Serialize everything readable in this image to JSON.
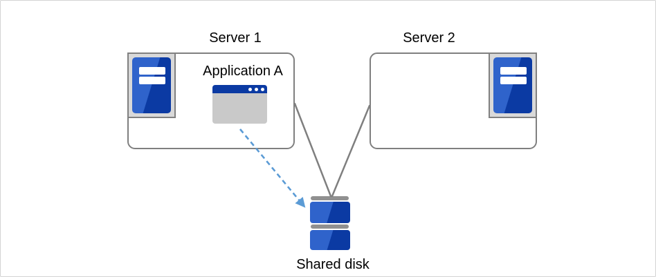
{
  "nodes": {
    "server1": {
      "label": "Server 1"
    },
    "server2": {
      "label": "Server 2"
    },
    "application": {
      "label": "Application A"
    },
    "shared_disk": {
      "label": "Shared disk"
    }
  },
  "edges": [
    {
      "from": "server1",
      "to": "shared_disk",
      "style": "solid-line"
    },
    {
      "from": "server2",
      "to": "shared_disk",
      "style": "solid-line"
    },
    {
      "from": "application",
      "to": "shared_disk",
      "style": "dashed-arrow"
    }
  ],
  "colors": {
    "box_border": "#7f7f7f",
    "blue_light": "#2f63cb",
    "blue_dark": "#0b3aa3",
    "frame_fill": "#d9d9d9",
    "frame_border": "#808080",
    "window_body": "#c9c9c9",
    "disk_cap": "#909090",
    "arrow_blue": "#5b9bd5",
    "connector": "#7f7f7f",
    "label_color": "#000000",
    "canvas_border": "#d3d3d3"
  }
}
